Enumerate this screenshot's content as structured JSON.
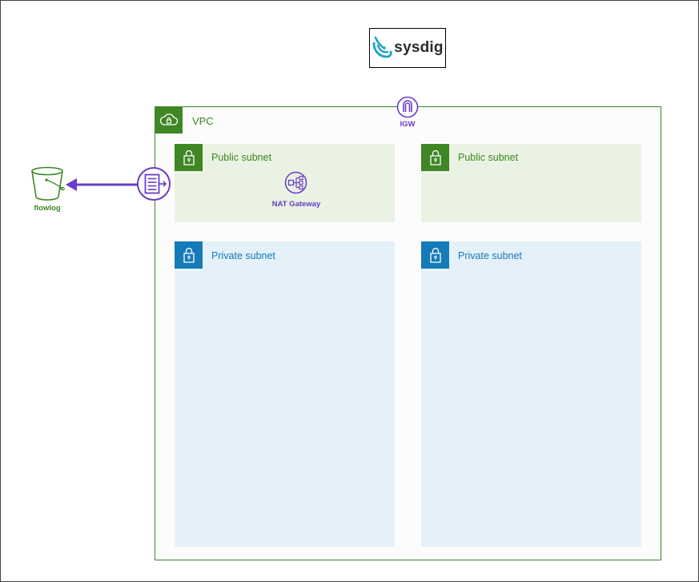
{
  "logo": {
    "text": "sysdig",
    "icon": "sysdig-logo-icon"
  },
  "vpc": {
    "label": "VPC",
    "icon": "cloud-lock-icon"
  },
  "igw": {
    "label": "IGW",
    "icon": "internet-gateway-icon"
  },
  "nat": {
    "label": "NAT Gateway",
    "icon": "nat-gateway-icon"
  },
  "bucket": {
    "label": "flowlog",
    "icon": "s3-bucket-icon"
  },
  "flowlogs_icon": "vpc-flow-logs-icon",
  "subnets": [
    {
      "label": "Public subnet",
      "type": "public"
    },
    {
      "label": "Public subnet",
      "type": "public"
    },
    {
      "label": "Private subnet",
      "type": "private"
    },
    {
      "label": "Private subnet",
      "type": "private"
    }
  ],
  "colors": {
    "vpc_green": "#3f8624",
    "private_blue": "#157ab8",
    "public_bg": "#e9f2e3",
    "private_bg": "#e4f1f8",
    "purple": "#693cc5",
    "sysdig_teal": "#1aa3c6"
  }
}
